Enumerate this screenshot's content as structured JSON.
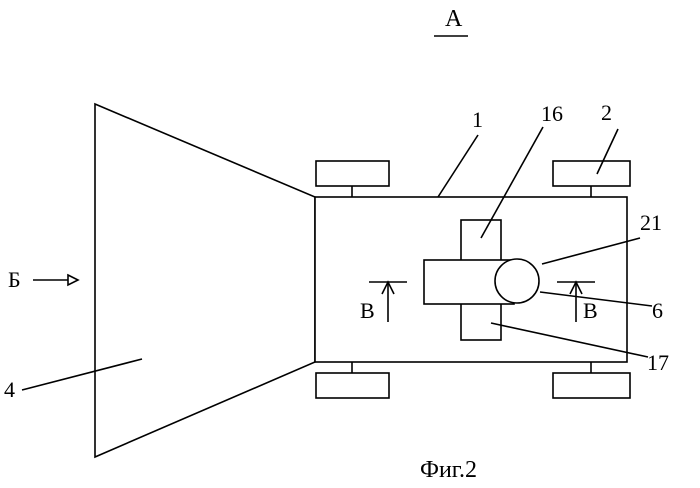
{
  "view_label": "A",
  "caption": "Фиг.2",
  "section_marks": {
    "left": "В",
    "right": "В"
  },
  "arrow_label": "Б",
  "labels": {
    "n1": "1",
    "n2": "2",
    "n4": "4",
    "n6": "6",
    "n16": "16",
    "n17": "17",
    "n21": "21"
  }
}
